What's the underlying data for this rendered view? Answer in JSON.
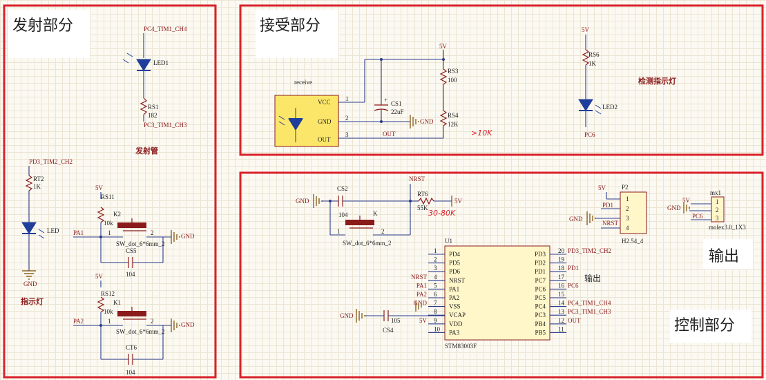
{
  "sections": {
    "emit": "发射部分",
    "receive": "接受部分",
    "control": "控制部分",
    "output": "输出"
  },
  "emit": {
    "led1": {
      "net_top": "PC4_TIM1_CH4",
      "ref": "LED1"
    },
    "rs1": {
      "ref": "RS1",
      "value": "182",
      "net_bottom": "PC3_TIM1_CH3"
    },
    "caption": "发射管",
    "indicator": {
      "net_top": "PD3_TIM2_CH2",
      "rt2": "RT2",
      "rt2_value": "1K",
      "led": "LED",
      "gnd": "GND",
      "caption": "指示灯"
    },
    "k2": {
      "supply": "5V",
      "rs": "RS11",
      "rs_value": "10k",
      "ref": "K2",
      "pin1": "1",
      "pin2": "2",
      "net": "PA1",
      "footprint": "SW_dot_6*6mm_2",
      "gnd": "GND",
      "cap": "CS5",
      "cap_value": "104"
    },
    "k1": {
      "supply": "5V",
      "rs": "RS12",
      "rs_value": "10k",
      "ref": "K1",
      "pin1": "1",
      "pin2": "2",
      "net": "PA2",
      "footprint": "SW_dot_6*6mm_2",
      "gnd": "GND",
      "cap": "CT6",
      "cap_value": "104"
    }
  },
  "receive": {
    "sensor_label": "receive",
    "pins": [
      "VCC",
      "GND",
      "OUT"
    ],
    "pin_numbers": [
      "1",
      "2",
      "3"
    ],
    "supply": "5V",
    "rs3": "RS3",
    "rs3_value": "100",
    "rs4": "RS4",
    "rs4_value": "12K",
    "cs1": "CS1",
    "cs1_value": "22uF",
    "cs1_plus": "+",
    "gnd": "GND",
    "out": "OUT",
    "handnote": ">10K",
    "rs6_supply": "5V",
    "rs6": "RS6",
    "rs6_value": "1K",
    "led2": "LED2",
    "led2_net": "PC6",
    "caption": "检测指示灯"
  },
  "control": {
    "reset": {
      "gnd": "GND",
      "cap": "CS2",
      "cap_value": "104",
      "net": "NRST",
      "rt6": "RT6",
      "rt6_value": "55K",
      "supply": "5V",
      "handnote": "30-80K",
      "sw": "K",
      "pin1": "1",
      "pin2": "2",
      "footprint": "SW_dot_6*6mm_2"
    },
    "p2": {
      "ref": "P2",
      "supply": "5V",
      "nets": [
        "PD1",
        "NRST"
      ],
      "gnd": "GND",
      "pins": [
        "1",
        "2",
        "3",
        "4"
      ],
      "footprint": "H2.54_4"
    },
    "mx1": {
      "ref": "mx1",
      "supply": "5V",
      "net": "PC6",
      "gnd": "GND",
      "pins": [
        "1",
        "2",
        "3"
      ],
      "footprint": "molex3.0_1X3"
    },
    "mcu": {
      "ref": "U1",
      "part": "STM83003F",
      "left_pins": [
        {
          "num": "1",
          "name": "PD4",
          "net": ""
        },
        {
          "num": "2",
          "name": "PD5",
          "net": ""
        },
        {
          "num": "3",
          "name": "PD6",
          "net": ""
        },
        {
          "num": "4",
          "name": "NRST",
          "net": "NRST"
        },
        {
          "num": "5",
          "name": "PA1",
          "net": "PA1"
        },
        {
          "num": "6",
          "name": "PA2",
          "net": "PA2"
        },
        {
          "num": "7",
          "name": "VSS",
          "net": "GND"
        },
        {
          "num": "8",
          "name": "VCAP",
          "net": ""
        },
        {
          "num": "9",
          "name": "VDD",
          "net": "5V"
        },
        {
          "num": "10",
          "name": "PA3",
          "net": ""
        }
      ],
      "right_pins": [
        {
          "num": "20",
          "name": "PD3",
          "net": "PD3_TIM2_CH2"
        },
        {
          "num": "19",
          "name": "PD2",
          "net": ""
        },
        {
          "num": "18",
          "name": "PD1",
          "net": "PD1"
        },
        {
          "num": "17",
          "name": "PC7",
          "net": ""
        },
        {
          "num": "16",
          "name": "PC6",
          "net": "PC6"
        },
        {
          "num": "15",
          "name": "PC5",
          "net": ""
        },
        {
          "num": "14",
          "name": "PC4",
          "net": "PC4_TIM1_CH4"
        },
        {
          "num": "13",
          "name": "PC3",
          "net": "PC3_TIM1_CH3"
        },
        {
          "num": "12",
          "name": "PB4",
          "net": "OUT"
        },
        {
          "num": "11",
          "name": "PB5",
          "net": ""
        }
      ],
      "vcap_gnd": "GND",
      "vcap_cap": "CS4",
      "vcap_value": "105",
      "out_note": "输出"
    }
  },
  "colors": {
    "frame": "#d9212a",
    "wire": "#2b3a8c",
    "part": "#8b1a1a",
    "led": "#1f3d9a",
    "sensor": "#fbe66a",
    "ic": "#fff6c9"
  }
}
